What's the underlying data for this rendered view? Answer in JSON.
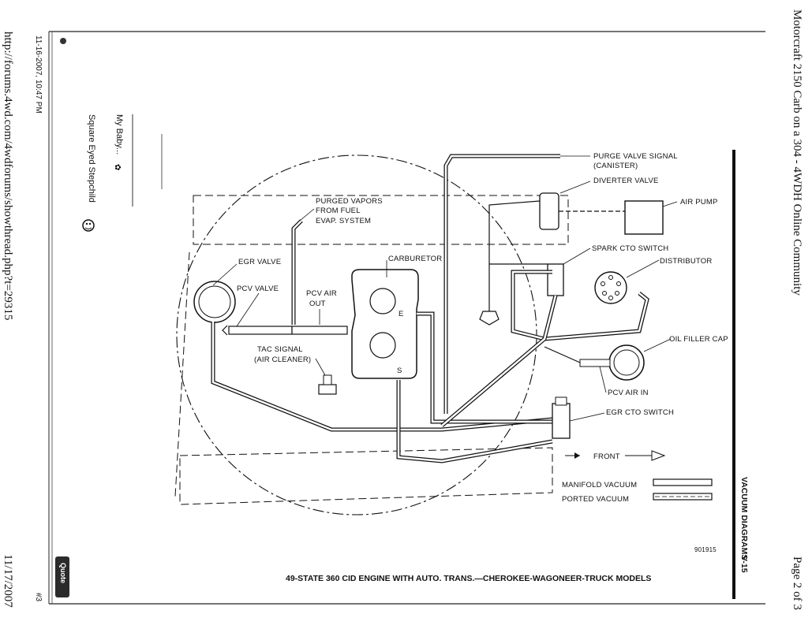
{
  "header": {
    "doc_title": "Motorcraft 2150 Carb on a 304 - 4WDH Online Community",
    "page_indicator": "Page 2 of 3"
  },
  "footer": {
    "url": "http://forums.4wd.com/4wdforums/showthread.php?t=29315",
    "date": "11/17/2007"
  },
  "post": {
    "timestamp": "11-16-2007, 10:47 PM",
    "post_number": "#3",
    "signature_line1": "My Baby...",
    "signature_line2": "Square Eyed Stepchild",
    "quote_label": "Quote"
  },
  "diagram": {
    "labels": {
      "purge_valve": "PURGE VALVE SIGNAL",
      "canister": "(CANISTER)",
      "diverter_valve": "DIVERTER VALVE",
      "air_pump": "AIR PUMP",
      "purged_vapors_1": "PURGED VAPORS",
      "purged_vapors_2": "FROM FUEL",
      "purged_vapors_3": "EVAP. SYSTEM",
      "carburetor": "CARBURETOR",
      "spark_cto": "SPARK CTO SWITCH",
      "distributor": "DISTRIBUTOR",
      "egr_valve": "EGR VALVE",
      "pcv_valve": "PCV VALVE",
      "pcv_air_out_1": "PCV AIR",
      "pcv_air_out_2": "OUT",
      "oil_filler_cap": "OIL FILLER CAP",
      "tac_signal_1": "TAC SIGNAL",
      "tac_signal_2": "(AIR CLEANER)",
      "pcv_air_in": "PCV AIR IN",
      "egr_cto": "EGR CTO SWITCH",
      "front": "FRONT",
      "manifold_vacuum": "MANIFOLD VACUUM",
      "ported_vacuum": "PORTED VACUUM",
      "port_e": "E",
      "port_s": "S",
      "code": "901915",
      "caption": "49-STATE 360 CID ENGINE WITH AUTO. TRANS.—CHEROKEE-WAGONEER-TRUCK MODELS",
      "section": "VACUUM DIAGRAMS",
      "page_ref": "V-15"
    }
  }
}
